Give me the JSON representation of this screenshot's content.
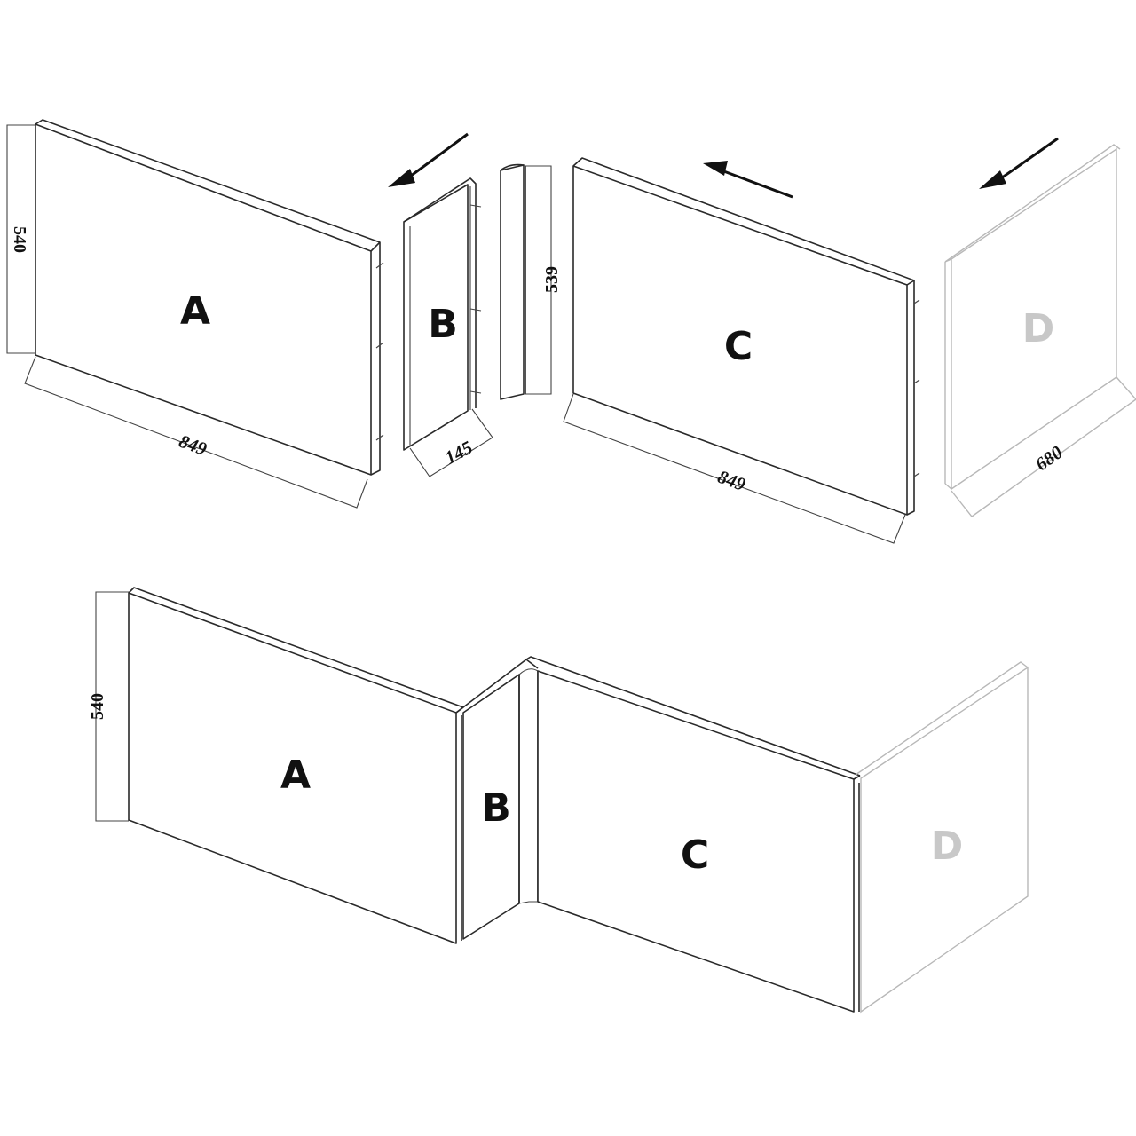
{
  "diagram": {
    "title": "",
    "exploded_view": {
      "panels": [
        {
          "id": "A",
          "label": "A",
          "width_dim": "849",
          "height_dim": "540"
        },
        {
          "id": "B",
          "label": "B",
          "width_dim": "145",
          "height_dim": "539"
        },
        {
          "id": "C",
          "label": "C",
          "width_dim": "849"
        },
        {
          "id": "D",
          "label": "D",
          "width_dim": "680",
          "optional": true
        }
      ],
      "arrows": 3
    },
    "assembled_view": {
      "panels": [
        {
          "id": "A",
          "label": "A",
          "height_dim": "540"
        },
        {
          "id": "B",
          "label": "B"
        },
        {
          "id": "C",
          "label": "C"
        },
        {
          "id": "D",
          "label": "D",
          "optional": true
        }
      ]
    },
    "colors": {
      "line": "#2a2a2a",
      "optional_panel": "#b8b8b8",
      "optional_label": "#c8c8c8",
      "background": "#ffffff"
    }
  }
}
